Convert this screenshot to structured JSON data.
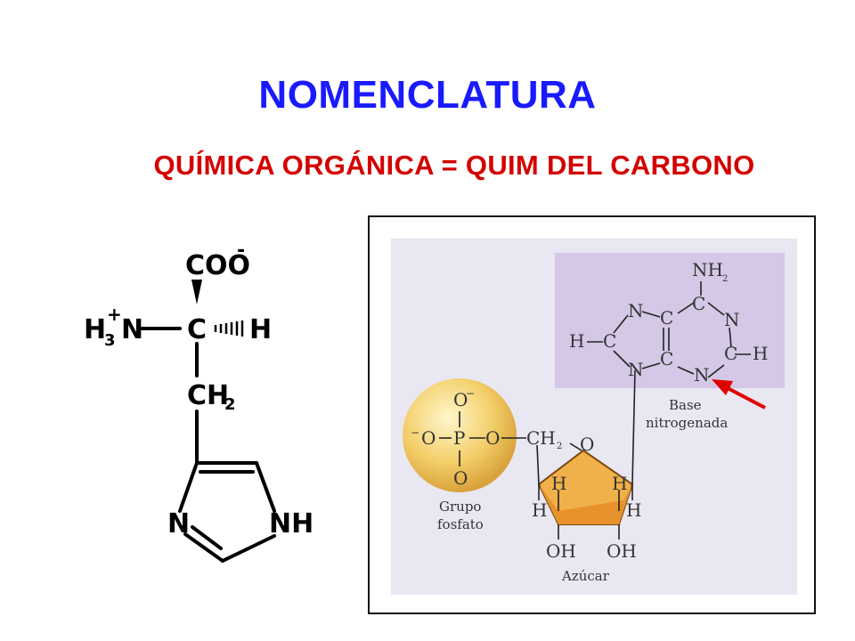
{
  "title": "NOMENCLATURA",
  "subtitle": "QUÍMICA ORGÁNICA = QUIM  DEL CARBONO",
  "histidine": {
    "coo": "COO",
    "charge_minus": "-",
    "h3": "H",
    "h3_sub": "3",
    "plus": "+",
    "n_amine": "N",
    "c_alpha": "C",
    "h_alpha": "H",
    "ch": "CH",
    "ch_sub": "2",
    "ring_n": "N",
    "ring_nh": "NH"
  },
  "nucleotide": {
    "base_label_1": "Base",
    "base_label_2": "nitrogenada",
    "phosphate_label_1": "Grupo",
    "phosphate_label_2": "fosfato",
    "sugar_label": "Azúcar",
    "nh2": "NH",
    "nh2_sub": "2",
    "atoms_n": "N",
    "atoms_c": "C",
    "atoms_h": "H",
    "o_minus_top": "O",
    "o_minus_left": "O",
    "minus": "−",
    "p": "P",
    "o_bridge": "O",
    "o_bottom": "O",
    "ch2": "CH",
    "ch2_sub": "2",
    "ring_o": "O",
    "h_left": "H",
    "h_right": "H",
    "h_inner_left": "H",
    "h_inner_right": "H",
    "oh_left": "OH",
    "oh_right": "OH"
  },
  "colors": {
    "title": "#1a1aff",
    "subtitle": "#d40000",
    "panel_bg": "#e9e7f2",
    "base_box": "#d4c8e6",
    "sugar_fill": "#f0b04a",
    "phosphate_fill": "#f3cf6a",
    "arrow": "#e00000"
  }
}
